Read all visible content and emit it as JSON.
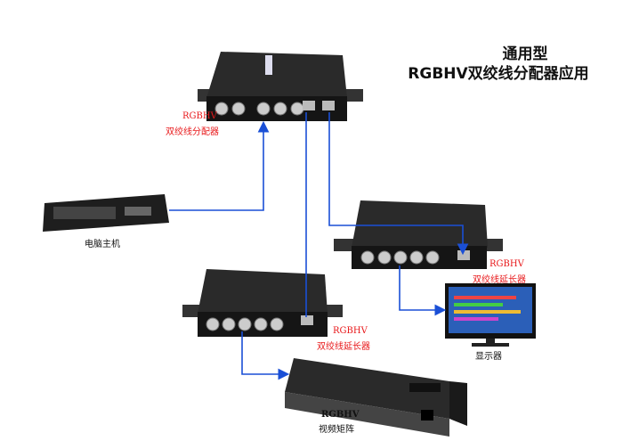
{
  "title": {
    "line1": "通用型",
    "line2": "RGBHV双绞线分配器应用"
  },
  "devices": {
    "splitter": {
      "label1": "RGBHV",
      "label2": "双绞线分配器"
    },
    "computer": {
      "label": "电脑主机"
    },
    "extender_right": {
      "label1": "RGBHV",
      "label2": "双绞线延长器"
    },
    "extender_left": {
      "label1": "RGBHV",
      "label2": "双绞线延长器"
    },
    "monitor": {
      "label": "显示器"
    },
    "matrix": {
      "label1": "RGBHV",
      "label2": "视频矩阵"
    }
  },
  "colors": {
    "link": "#1a4fd6",
    "label_red": "#e8191b",
    "device": "#1c1c1c"
  }
}
